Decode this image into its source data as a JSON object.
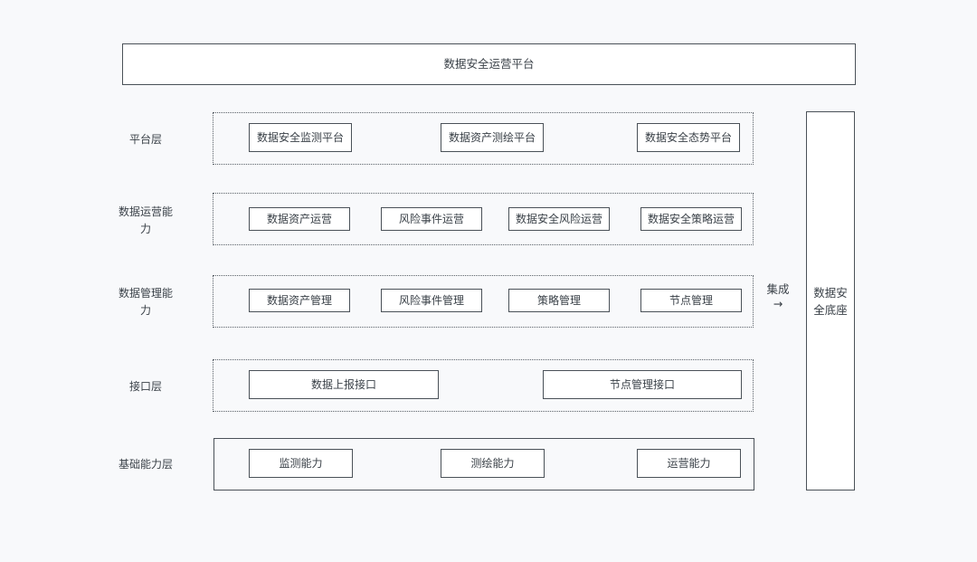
{
  "title": "数据安全运营平台",
  "base": "数据安全底座",
  "base_lines": [
    "数据安",
    "全底座"
  ],
  "integrate_label": "集成",
  "integrate_arrow": "→",
  "layers": [
    {
      "label": "平台层",
      "label_lines": [
        "平台层"
      ],
      "items": [
        "数据安全监测平台",
        "数据资产测绘平台",
        "数据安全态势平台"
      ]
    },
    {
      "label": "数据运营能力",
      "label_lines": [
        "数据运营能",
        "力"
      ],
      "items": [
        "数据资产运营",
        "风险事件运营",
        "数据安全风险运营",
        "数据安全策略运营"
      ]
    },
    {
      "label": "数据管理能力",
      "label_lines": [
        "数据管理能",
        "力"
      ],
      "items": [
        "数据资产管理",
        "风险事件管理",
        "策略管理",
        "节点管理"
      ]
    },
    {
      "label": "接口层",
      "label_lines": [
        "接口层"
      ],
      "items": [
        "数据上报接口",
        "节点管理接口"
      ]
    },
    {
      "label": "基础能力层",
      "label_lines": [
        "基础能力层"
      ],
      "items": [
        "监测能力",
        "测绘能力",
        "运营能力"
      ]
    }
  ]
}
